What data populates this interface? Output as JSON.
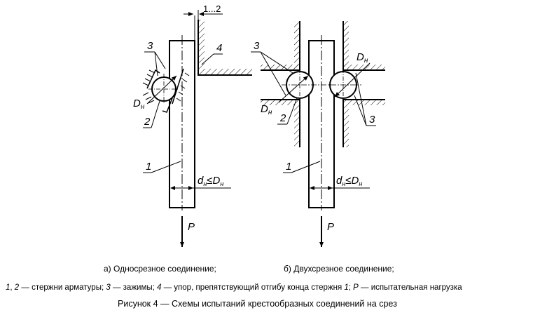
{
  "figure": {
    "gap_label": "1...2",
    "part_labels": {
      "p1": "1",
      "p2": "2",
      "p3": "3",
      "p4": "4"
    },
    "diameter_symbol": "D",
    "diameter_sub": "н",
    "rod_symbol": "d",
    "rod_sub": "н",
    "leq": "≤",
    "load_symbol": "P"
  },
  "captions": {
    "a": "а) Односрезное соединение;",
    "b": "б) Двухсрезное соединение;"
  },
  "legend": {
    "i1": "1",
    "sep1": ", ",
    "i2": "2",
    "t1": " — стержни арматуры; ",
    "i3": "3",
    "t2": " — зажимы; ",
    "i4": "4",
    "t3": " — упор, препятствующий отгибу конца стержня ",
    "i5": "1",
    "t4": ";  ",
    "i6": "P",
    "t5": "  — испытательная нагрузка"
  },
  "title": "Рисунок 4 — Схемы испытаний крестообразных соединений на срез"
}
